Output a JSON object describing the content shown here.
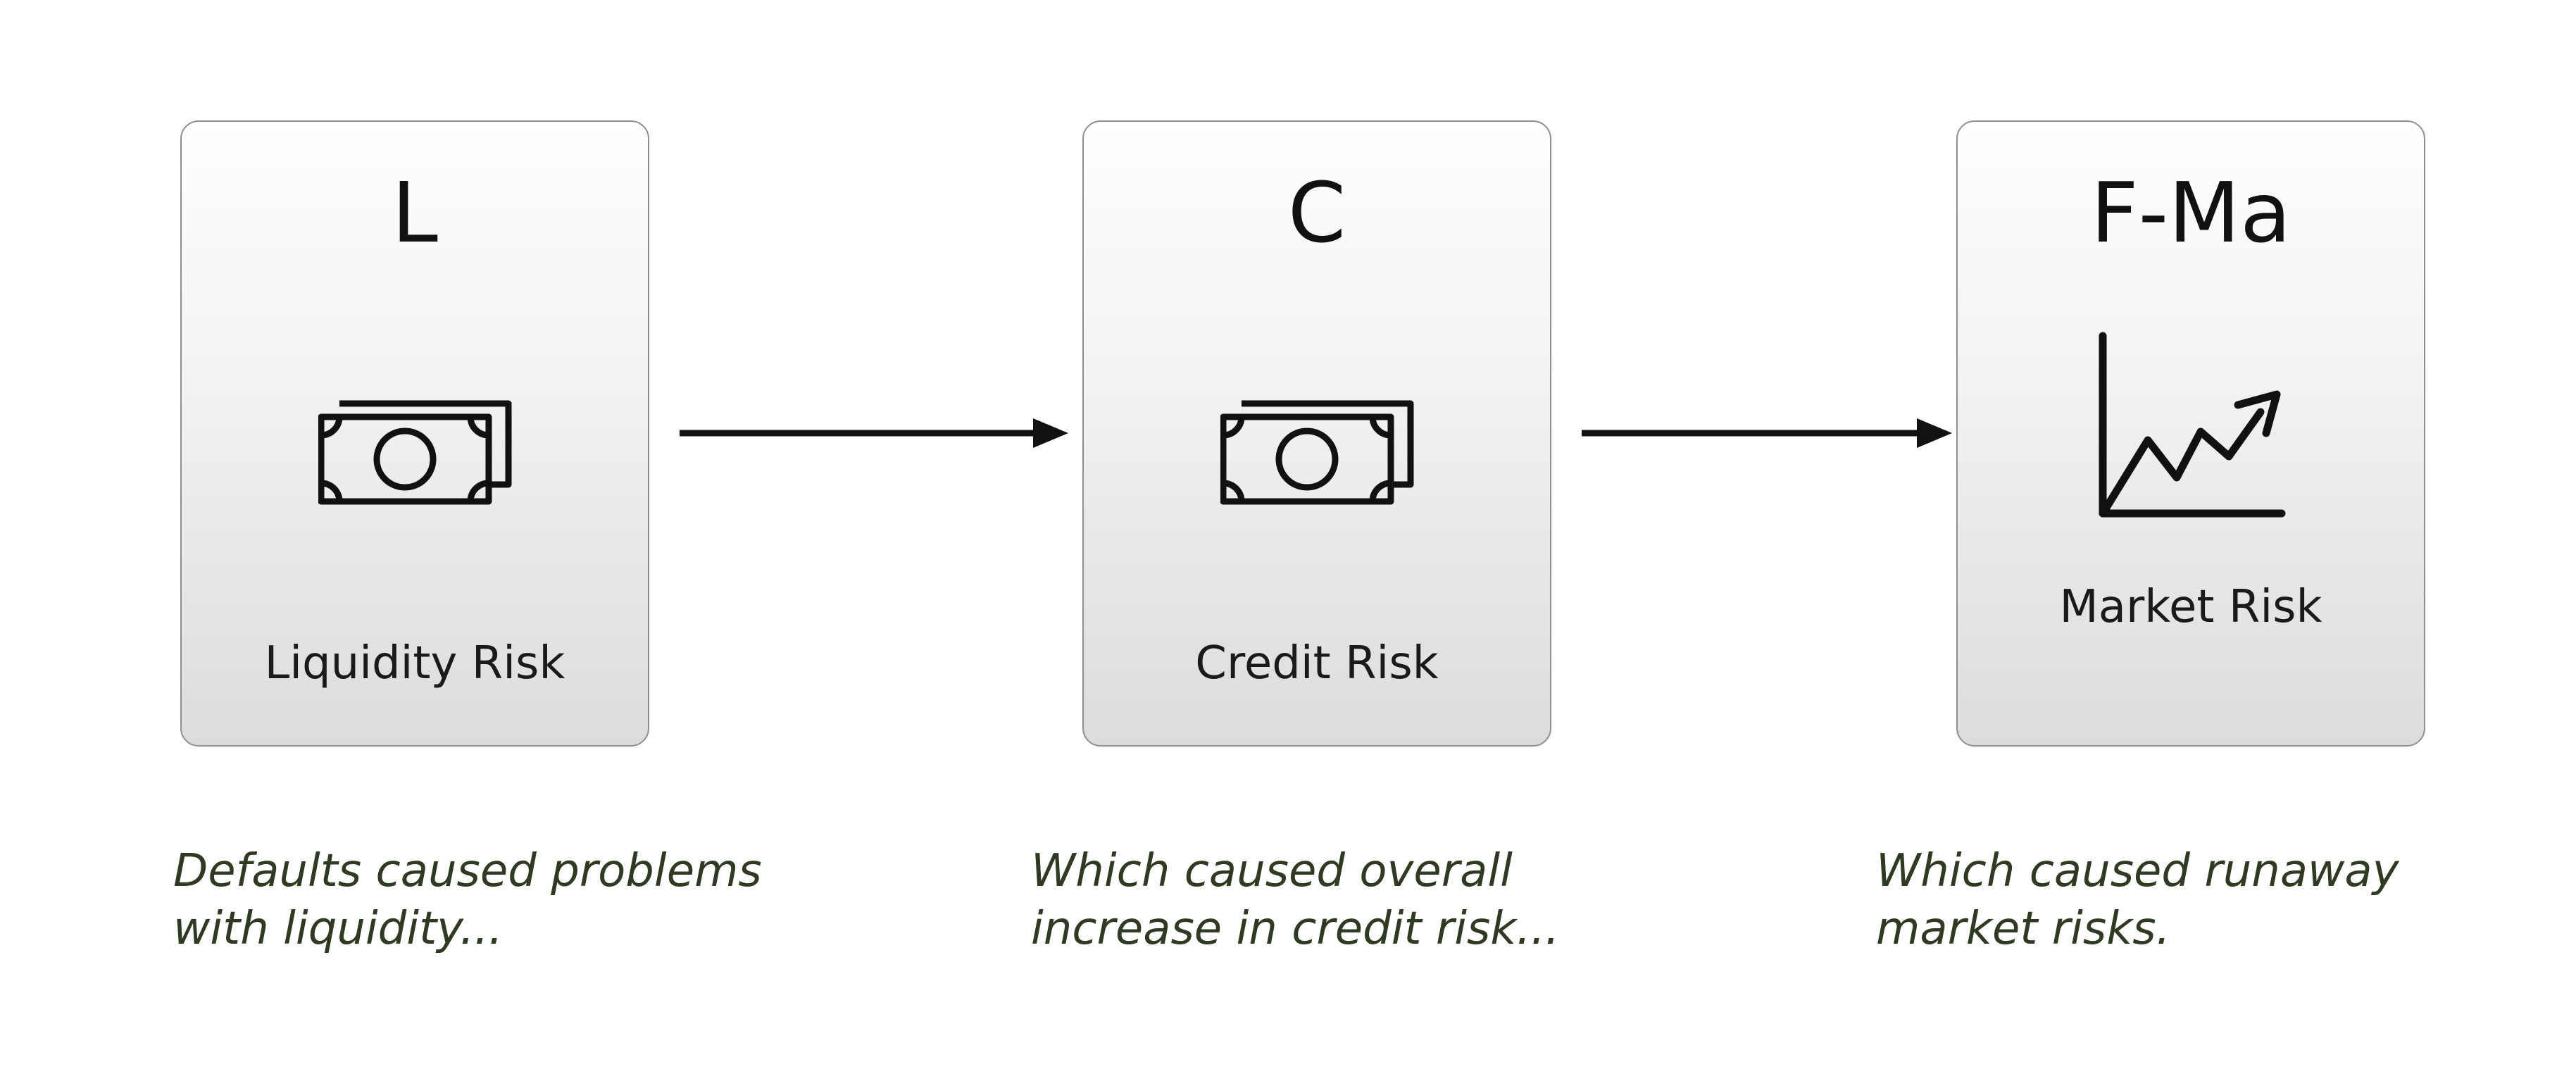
{
  "steps": [
    {
      "letter": "L",
      "label": "Liquidity Risk",
      "icon": "money-bills-icon",
      "caption_lines": [
        "Defaults caused problems",
        "with liquidity..."
      ]
    },
    {
      "letter": "C",
      "label": "Credit Risk",
      "icon": "money-bills-icon",
      "caption_lines": [
        "Which caused overall",
        "increase in credit risk..."
      ]
    },
    {
      "letter": "F-Ma",
      "label": "Market Risk",
      "icon": "line-chart-icon",
      "caption_lines": [
        "Which caused runaway",
        "market risks."
      ]
    }
  ],
  "colors": {
    "card_border": "#8f8f8f",
    "caption_text": "#2f3a22",
    "stroke": "#111111"
  }
}
